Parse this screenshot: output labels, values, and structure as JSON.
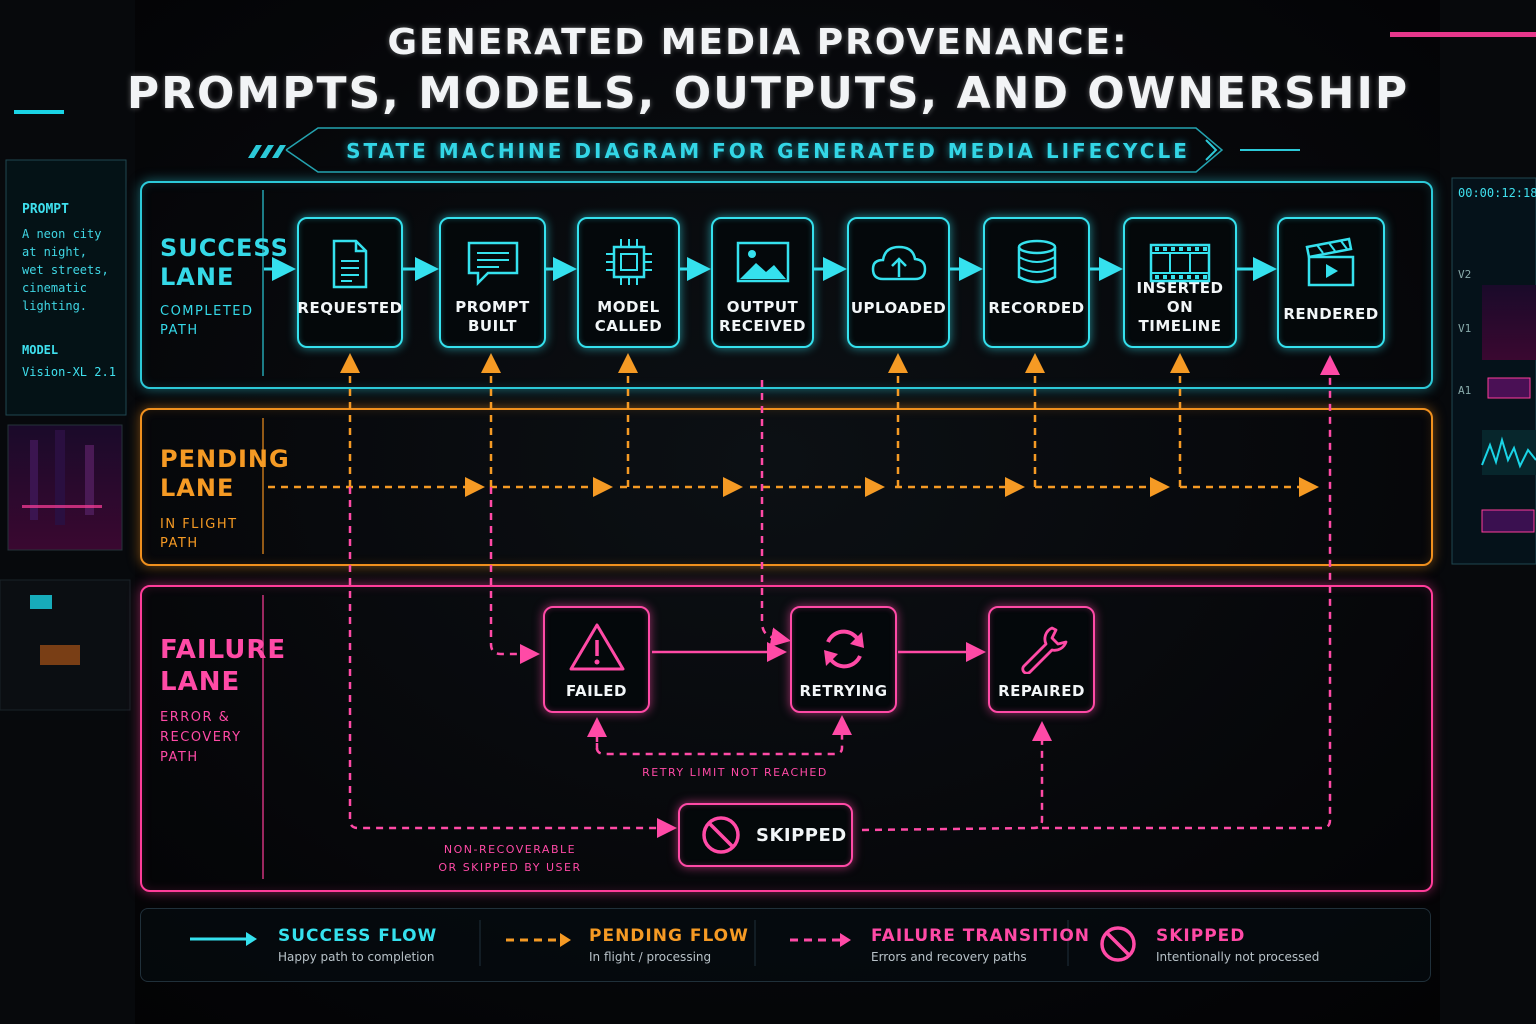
{
  "title_line1": "GENERATED MEDIA PROVENANCE:",
  "title_line2": "PROMPTS, MODELS, OUTPUTS, AND OWNERSHIP",
  "subtitle": "STATE MACHINE DIAGRAM FOR GENERATED MEDIA LIFECYCLE",
  "lanes": {
    "success": {
      "title_1": "SUCCESS",
      "title_2": "LANE",
      "sub_1": "COMPLETED",
      "sub_2": "PATH"
    },
    "pending": {
      "title_1": "PENDING",
      "title_2": "LANE",
      "sub_1": "IN FLIGHT",
      "sub_2": "PATH"
    },
    "failure": {
      "title_1": "FAILURE",
      "title_2": "LANE",
      "sub_1": "ERROR &",
      "sub_2": "RECOVERY",
      "sub_3": "PATH"
    }
  },
  "success_states": [
    {
      "l1": "REQUESTED",
      "l2": "",
      "icon": "document-icon"
    },
    {
      "l1": "PROMPT",
      "l2": "BUILT",
      "icon": "chat-bubble-icon"
    },
    {
      "l1": "MODEL",
      "l2": "CALLED",
      "icon": "chip-icon"
    },
    {
      "l1": "OUTPUT",
      "l2": "RECEIVED",
      "icon": "image-icon"
    },
    {
      "l1": "UPLOADED",
      "l2": "",
      "icon": "cloud-upload-icon"
    },
    {
      "l1": "RECORDED",
      "l2": "",
      "icon": "database-icon"
    },
    {
      "l1": "INSERTED ON",
      "l2": "TIMELINE",
      "icon": "film-strip-icon"
    },
    {
      "l1": "RENDERED",
      "l2": "",
      "icon": "clapperboard-icon"
    }
  ],
  "failure_states": {
    "failed": {
      "label": "FAILED",
      "icon": "warning-icon"
    },
    "retrying": {
      "label": "RETRYING",
      "icon": "refresh-icon"
    },
    "repaired": {
      "label": "REPAIRED",
      "icon": "wrench-icon"
    },
    "skipped": {
      "label": "SKIPPED",
      "icon": "no-entry-icon"
    }
  },
  "annotations": {
    "retry_limit": "RETRY LIMIT NOT REACHED",
    "non_recoverable_1": "NON-RECOVERABLE",
    "non_recoverable_2": "OR SKIPPED BY USER"
  },
  "legend": [
    {
      "title": "SUCCESS FLOW",
      "desc": "Happy path to completion",
      "color": "#35e1ee"
    },
    {
      "title": "PENDING FLOW",
      "desc": "In flight / processing",
      "color": "#f59a24"
    },
    {
      "title": "FAILURE TRANSITION",
      "desc": "Errors and recovery paths",
      "color": "#ff4aa6"
    },
    {
      "title": "SKIPPED",
      "desc": "Intentionally not processed",
      "color": "#ff4aa6"
    }
  ],
  "side_left": {
    "prompt_label": "PROMPT",
    "prompt_lines": [
      "A neon city",
      "at night,",
      "wet streets,",
      "cinematic",
      "lighting."
    ],
    "model_label": "MODEL",
    "model_value": "Vision-XL 2.1"
  },
  "side_right": {
    "timecode": "00:00:12:18",
    "tracks": [
      "V2",
      "V1",
      "A1"
    ]
  },
  "colors": {
    "success": "#35e1ee",
    "pending": "#f59a24",
    "failure": "#ff4aa6"
  }
}
